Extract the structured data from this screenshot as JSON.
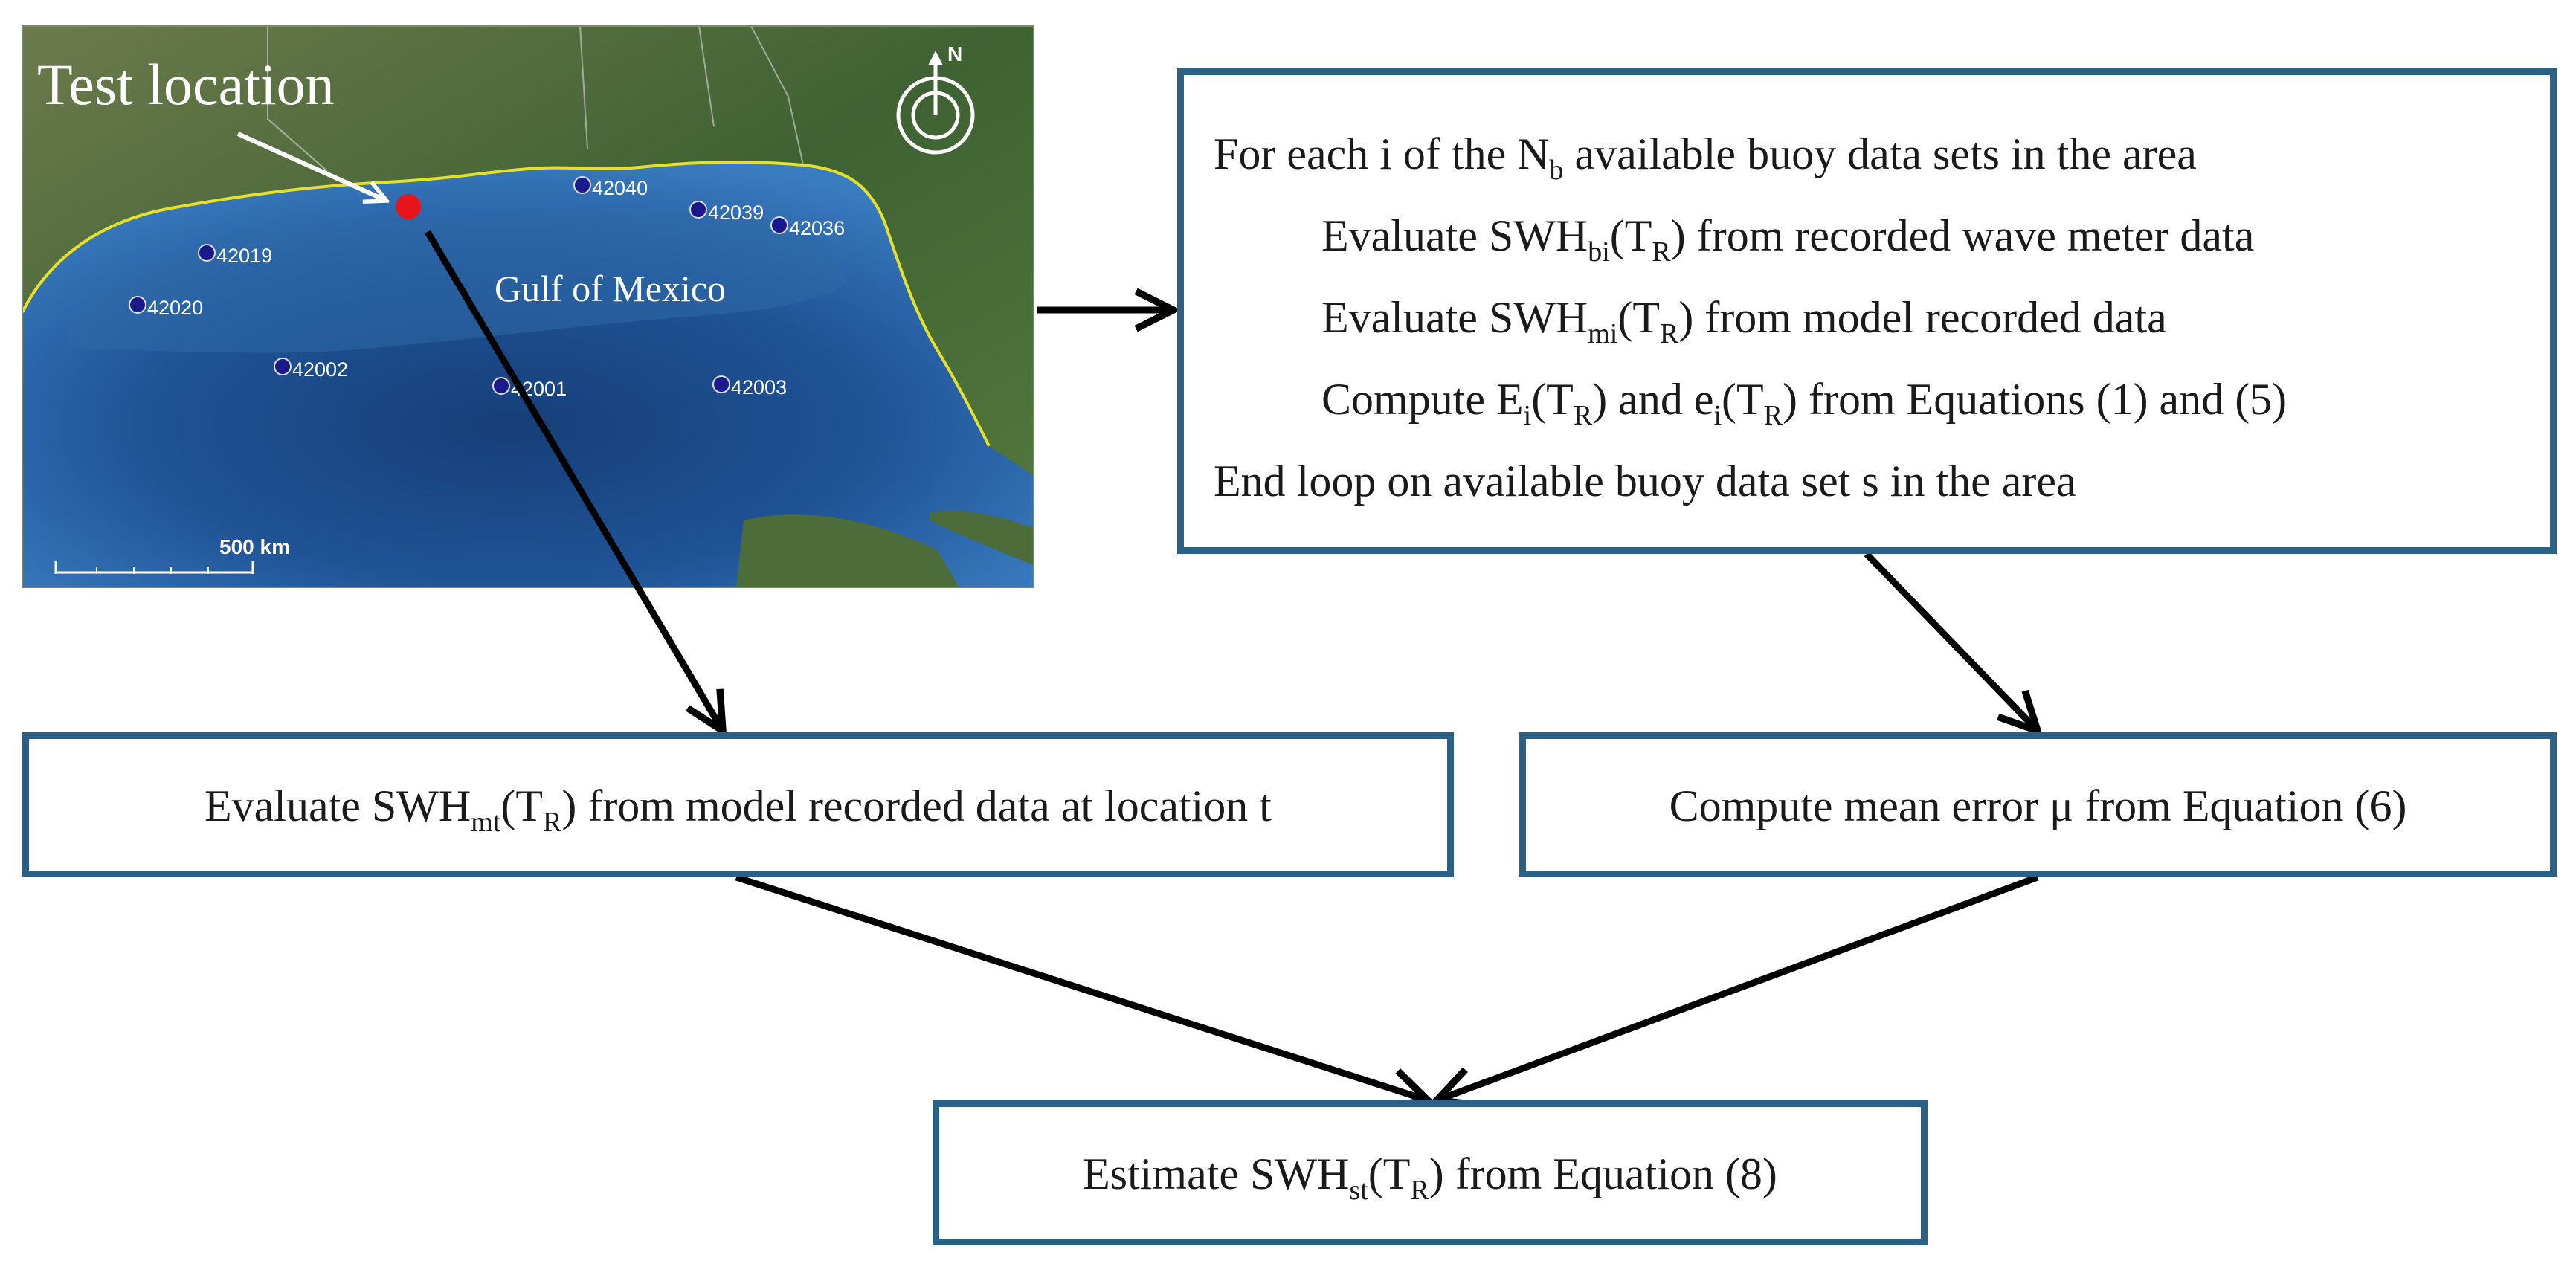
{
  "map": {
    "test_label": "Test location",
    "gulf_label": "Gulf of Mexico",
    "north_label": "N",
    "scale_label": "500 km",
    "buoys": [
      "42040",
      "42039",
      "42036",
      "42019",
      "42020",
      "42002",
      "42001",
      "42003"
    ]
  },
  "loop_box": {
    "l1": {
      "a": "For each   i  of the N",
      "sub": "b",
      "b": " available buoy data sets in the area"
    },
    "l2": {
      "a": "Evaluate SWH",
      "sub1": "bi",
      "b": "(T",
      "sub2": "R",
      "c": ") from recorded wave meter data"
    },
    "l3": {
      "a": "Evaluate SWH",
      "sub1": "mi",
      "b": "(T",
      "sub2": "R",
      "c": ") from model recorded data"
    },
    "l4": {
      "a": "Compute E",
      "sub1": "i",
      "b": "(T",
      "sub2": "R",
      "c": ") and e",
      "sub3": "i",
      "d": "(T",
      "sub4": "R",
      "e": ") from Equations (1) and (5)"
    },
    "l5": "End loop on available buoy data set s in the area"
  },
  "eval_box": {
    "a": "Evaluate SWH",
    "sub1": "mt",
    "b": "(T",
    "sub2": "R",
    "c": ") from model recorded data at location t"
  },
  "mean_box": {
    "text": "Compute mean error μ from Equation (6)"
  },
  "estimate_box": {
    "a": "Estimate SWH",
    "sub1": "st",
    "b": "(T",
    "sub2": "R",
    "c": ") from Equation (8)"
  },
  "colors": {
    "box_border": "#2c6187",
    "arrow": "#000000",
    "test_point": "#e8141c",
    "buoy": "#1a1a8c",
    "ocean": "#1d4f8e",
    "land": "#4a6a38",
    "coast": "#e6e02a"
  }
}
